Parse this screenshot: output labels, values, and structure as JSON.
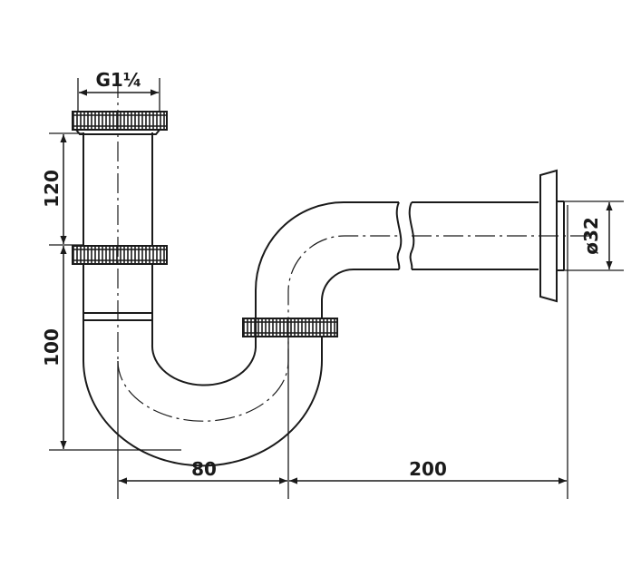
{
  "diagram": {
    "thread_label": "G1¼",
    "dim_upper_height": "120",
    "dim_lower_height": "100",
    "dim_horizontal_left": "80",
    "dim_horizontal_right": "200",
    "dim_diameter": "ø32",
    "line_color": "#1a1a1a",
    "background": "#ffffff"
  }
}
